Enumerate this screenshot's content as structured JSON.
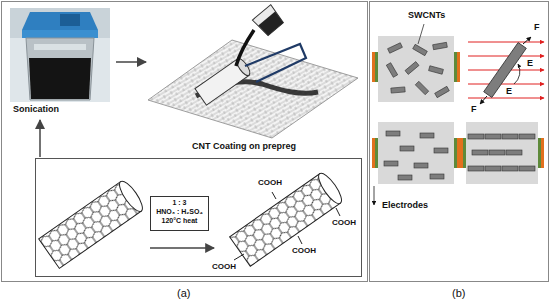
{
  "diagram": {
    "nodes": [
      {
        "text": [
          "1 : 3",
          "HNO₃ : H₂SO₄",
          "120°C heat"
        ]
      }
    ],
    "labels": [
      "Sonication",
      "CNT Coating on prepreg",
      "COOH",
      "COOH",
      "COOH",
      "COOH",
      "SWCNTs",
      "F",
      "E",
      "F",
      "E",
      "Electrodes",
      "(a)",
      "(b)"
    ]
  }
}
